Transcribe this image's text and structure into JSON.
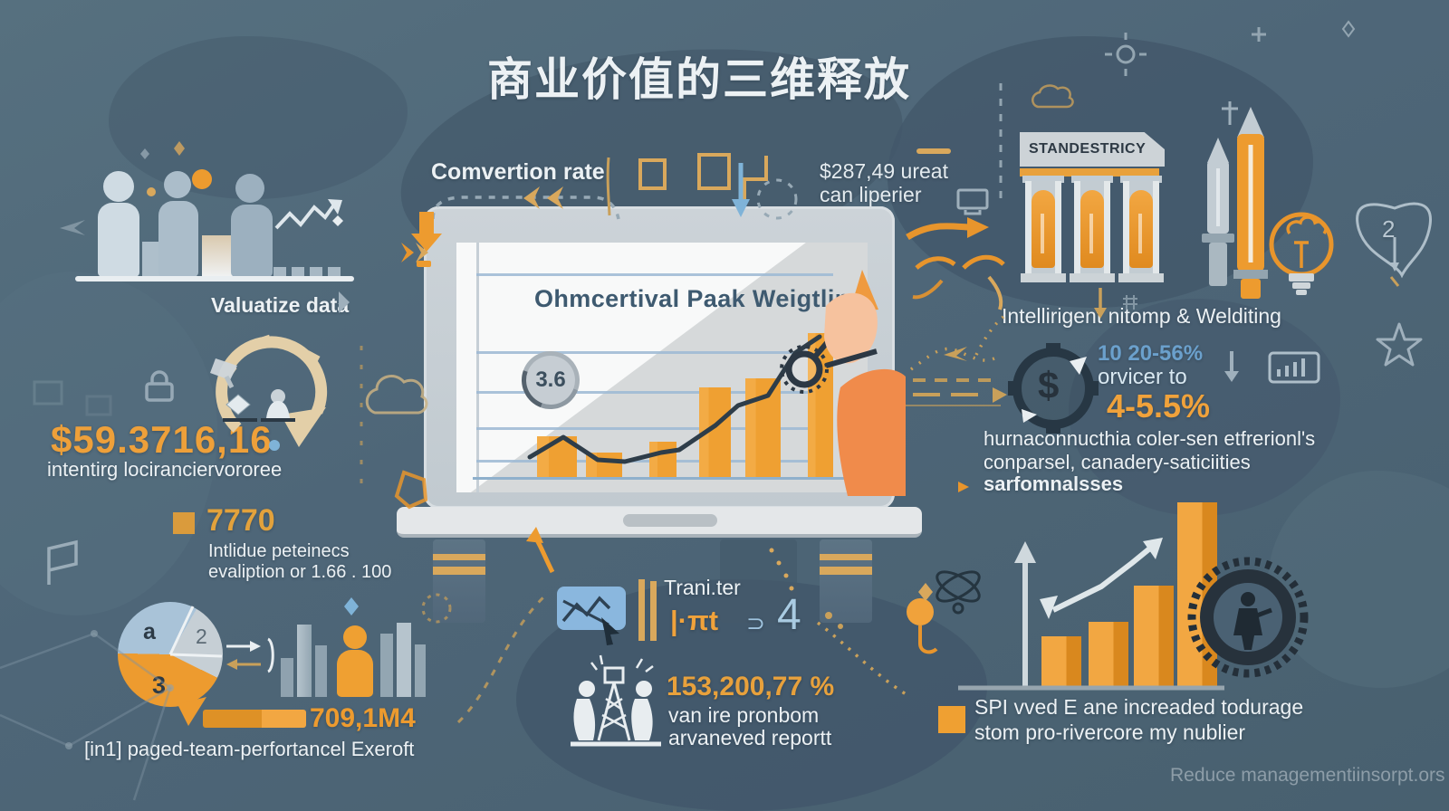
{
  "title": "商业价值的三维释放",
  "captions": {
    "valuatize": "Valuatize data",
    "conversion": "Comvertion rate"
  },
  "price_note": {
    "line1": "$287,49 ureat",
    "line2": "can liperier"
  },
  "revenue": {
    "value": "$59.3716,16",
    "caption": "intentirg lociranciervororee"
  },
  "score": {
    "value": "7770",
    "caption1": "Intlidue peteinecs",
    "caption2": "evaliption or 1.66 . 100"
  },
  "pie_chart": {
    "type": "pie",
    "slices": [
      {
        "label": "a",
        "value": 33,
        "color": "#A9C3D8"
      },
      {
        "label": "2",
        "value": 24,
        "color": "#C6CFD5"
      },
      {
        "label": "3",
        "value": 43,
        "color": "#ED9B2F"
      }
    ]
  },
  "team_metric": {
    "value": "709,1M4",
    "caption": "[in1] paged-team-perfortancel Exeroft",
    "progress_pct": 64
  },
  "laptop_screen": {
    "title": "Ohmcertival Paak Weigtling",
    "badge": "3.6",
    "chart": {
      "type": "bar+line",
      "bar_heights": [
        45,
        27,
        39,
        99,
        109,
        159
      ],
      "line_points": [
        [
          585,
          505
        ],
        [
          622,
          483
        ],
        [
          660,
          508
        ],
        [
          690,
          510
        ],
        [
          730,
          500
        ],
        [
          750,
          497
        ],
        [
          790,
          470
        ],
        [
          815,
          448
        ],
        [
          848,
          437
        ],
        [
          878,
          390
        ],
        [
          905,
          372
        ]
      ]
    }
  },
  "transfer": {
    "label": "Trani.ter",
    "formula": "|·πt",
    "operator": "⊃",
    "value": "4"
  },
  "report": {
    "value": "153,200,77 %",
    "line1": "van ire pronbom",
    "line2": "arvaneved reportt"
  },
  "building_label": "STANDESTRICY",
  "right_caption": "Intellirigent nitomp & Welditing",
  "bulb2_label": "2",
  "dollar_symbol": "$",
  "rate_block": {
    "line1": "10 20-56%",
    "line2": "orvicer to",
    "value": "4-5.5%"
  },
  "efficiency_note": {
    "line1": "hurnaconnucthia coler-sen etfrerionl's",
    "line2": "conparsel, canadery-saticiities",
    "line3": "sarfomnalsses"
  },
  "growth_chart": {
    "type": "bar",
    "values": [
      55,
      71,
      111,
      203
    ]
  },
  "growth_note": {
    "line1": "SPI vved E ane increaded todurage",
    "line2": "stom pro-rivercore my nublier"
  },
  "footer_note": "Reduce managementiinsorpt.ors",
  "colors": {
    "accent": "#ED9B2F",
    "background": "#4E6678",
    "navy": "#2A3947",
    "light_blue": "#8FBADF"
  }
}
